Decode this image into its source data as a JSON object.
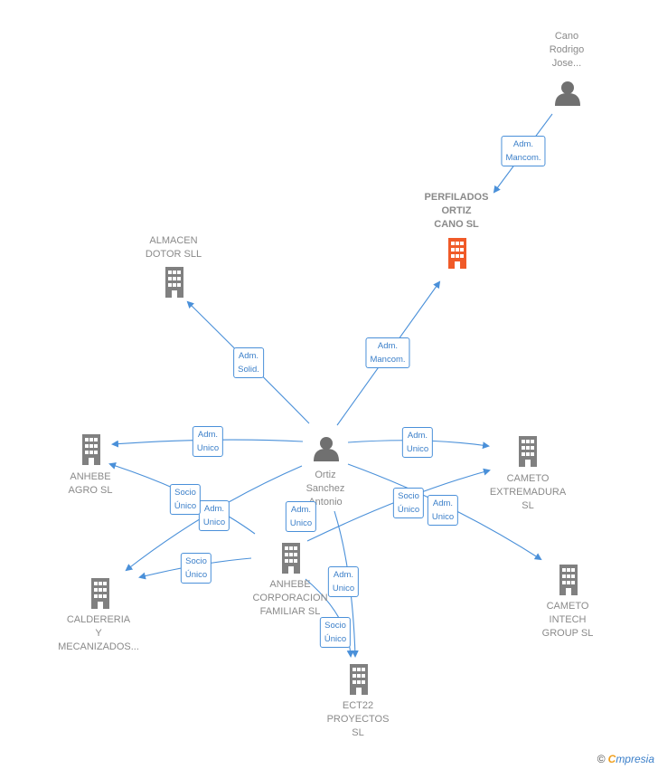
{
  "colors": {
    "edge": "#4a90d9",
    "company": "#808080",
    "highlight": "#f05a28",
    "person": "#707070"
  },
  "nodes": [
    {
      "id": "cano",
      "kind": "person",
      "label": "Cano\nRodrigo\nJose..."
    },
    {
      "id": "perfilados",
      "kind": "company-highlight",
      "label": "PERFILADOS\nORTIZ\nCANO  SL"
    },
    {
      "id": "almacen",
      "kind": "company",
      "label": "ALMACEN\nDOTOR  SLL"
    },
    {
      "id": "ortiz",
      "kind": "person",
      "label": "Ortiz\nSanchez\nAntonio"
    },
    {
      "id": "anhebe_agro",
      "kind": "company",
      "label": "ANHEBE\nAGRO  SL"
    },
    {
      "id": "cameto_ext",
      "kind": "company",
      "label": "CAMETO\nEXTREMADURA\nSL"
    },
    {
      "id": "anhebe_corp",
      "kind": "company",
      "label": "ANHEBE\nCORPORACION\nFAMILIAR  SL"
    },
    {
      "id": "caldereria",
      "kind": "company",
      "label": "CALDERERIA\nY\nMECANIZADOS..."
    },
    {
      "id": "cameto_intech",
      "kind": "company",
      "label": "CAMETO\nINTECH\nGROUP  SL"
    },
    {
      "id": "ect22",
      "kind": "company",
      "label": "ECT22\nPROYECTOS\nSL"
    }
  ],
  "edges": [
    {
      "id": "e1",
      "label": "Adm.\nMancom."
    },
    {
      "id": "e2",
      "label": "Adm.\nMancom."
    },
    {
      "id": "e3",
      "label": "Adm.\nSolid."
    },
    {
      "id": "e4",
      "label": "Adm.\nUnico"
    },
    {
      "id": "e5",
      "label": "Adm.\nUnico"
    },
    {
      "id": "e6",
      "label": "Adm.\nUnico"
    },
    {
      "id": "e7",
      "label": "Adm.\nUnico"
    },
    {
      "id": "e8",
      "label": "Adm.\nUnico"
    },
    {
      "id": "e9",
      "label": "Socio\nÚnico"
    },
    {
      "id": "e10",
      "label": "Socio\nÚnico"
    },
    {
      "id": "e11",
      "label": "Socio\nÚnico"
    },
    {
      "id": "e12",
      "label": "Socio\nÚnico"
    },
    {
      "id": "e13",
      "label": "Adm.\nUnico"
    }
  ],
  "brand": {
    "copyright": "©",
    "first": "C",
    "rest": "mpresia"
  }
}
